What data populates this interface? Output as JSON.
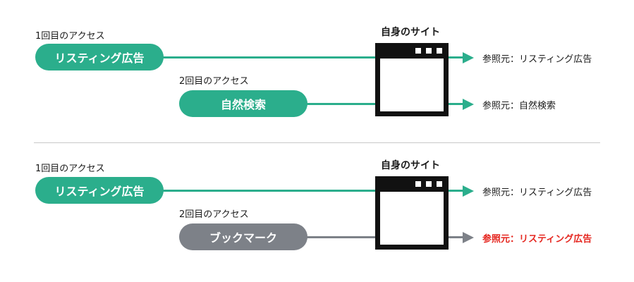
{
  "colors": {
    "green": "#2bae8c",
    "gray": "#7d8188",
    "red": "#e5261f",
    "dark": "#111111"
  },
  "panels": [
    {
      "first_access_label": "1回目のアクセス",
      "first_source": "リスティング広告",
      "second_access_label": "2回目のアクセス",
      "second_source": "自然検索",
      "site_title": "自身のサイト",
      "ref_first": "参照元：リスティング広告",
      "ref_second": "参照元：自然検索"
    },
    {
      "first_access_label": "1回目のアクセス",
      "first_source": "リスティング広告",
      "second_access_label": "2回目のアクセス",
      "second_source": "ブックマーク",
      "site_title": "自身のサイト",
      "ref_first": "参照元：リスティング広告",
      "ref_second": "参照元：リスティング広告"
    }
  ]
}
